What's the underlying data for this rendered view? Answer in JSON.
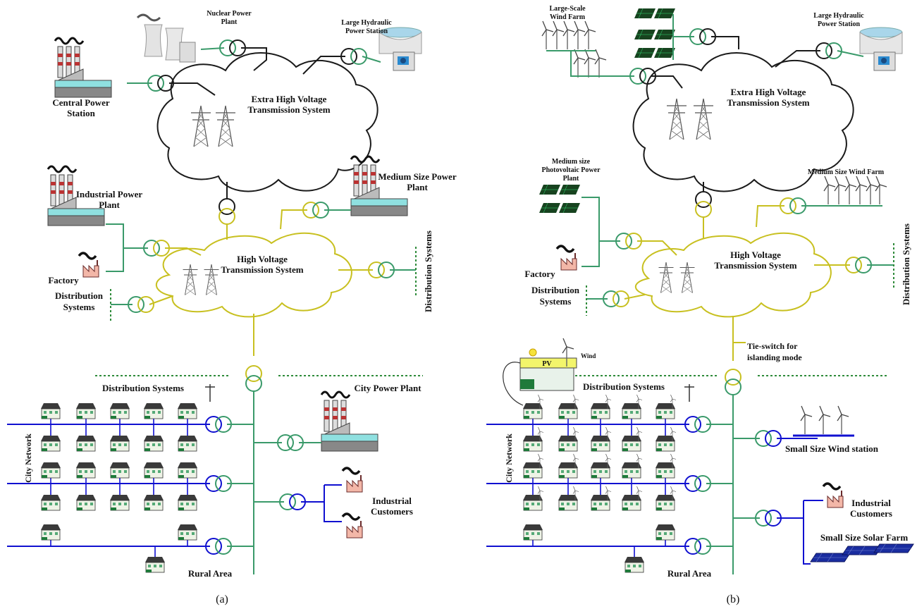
{
  "colors": {
    "ehv": "#1a1a1a",
    "hv": "#c8c020",
    "dist": "#3a9a6a",
    "lv": "#1010d0",
    "distDash": "#2e8b3a",
    "roof": "#2a2a2a",
    "pv": "#17431f"
  },
  "left": {
    "caption": "(a)",
    "labels": {
      "nuclear": [
        "Nuclear Power",
        "Plant"
      ],
      "hydro": [
        "Large Hydraulic",
        "Power Station"
      ],
      "central": [
        "Central Power",
        "Station"
      ],
      "ehv": [
        "Extra High Voltage",
        "Transmission System"
      ],
      "industrial": [
        "Industrial Power",
        "Plant"
      ],
      "medium": [
        "Medium Size Power",
        "Plant"
      ],
      "hv": [
        "High Voltage",
        "Transmission System"
      ],
      "factory": "Factory",
      "distLeft": [
        "Distribution",
        "Systems"
      ],
      "distRight": "Distribution Systems",
      "distSys": "Distribution Systems",
      "cityPlant": "City Power Plant",
      "cityNet": "City Network",
      "indCust": [
        "Industrial",
        "Customers"
      ],
      "rural": "Rural Area"
    }
  },
  "right": {
    "caption": "(b)",
    "labels": {
      "windFarm": [
        "Large-Scale",
        "Wind Farm"
      ],
      "hydro": [
        "Large Hydraulic",
        "Power Station"
      ],
      "ehv": [
        "Extra High Voltage",
        "Transmission System"
      ],
      "pvPlant": [
        "Medium size",
        "Photovoltaic Power",
        "Plant"
      ],
      "medWind": "Medium Size Wind Farm",
      "hv": [
        "High Voltage",
        "Transmission System"
      ],
      "factory": "Factory",
      "distLeft": [
        "Distribution",
        "Systems"
      ],
      "distRight": "Distribution Systems",
      "tie": [
        "Tie-switch for",
        "islanding mode"
      ],
      "pv": "PV",
      "wind": "Wind",
      "distSys": "Distribution Systems",
      "cityNet": "City Network",
      "smallWind": "Small Size Wind station",
      "indCust": [
        "Industrial",
        "Customers"
      ],
      "solarFarm": "Small Size Solar Farm",
      "rural": "Rural Area"
    }
  }
}
